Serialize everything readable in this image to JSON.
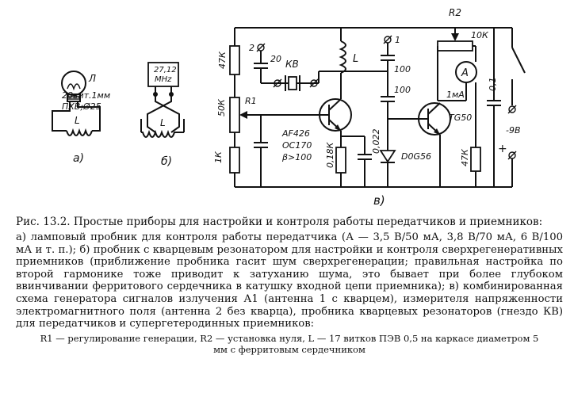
{
  "diagram": {
    "a": {
      "lamp_ref": "Л",
      "coil_spec_1": "28вит.1мм",
      "coil_spec_2": "ПХВ;Ø25",
      "coil_ref": "L",
      "panel_label": "а)"
    },
    "b": {
      "crystal_line_1": "27,12",
      "crystal_line_2": "MHz",
      "coil_ref": "L",
      "panel_label": "б)"
    },
    "c": {
      "r_top": "47К",
      "r_pot": "50К",
      "r_bottom": "1К",
      "pot_ref": "R1",
      "ant_2": "2",
      "cap_20": "20",
      "kv_label": "КВ",
      "coil_l": "L",
      "ant_1": "1",
      "cap_100a": "100",
      "cap_100b": "100",
      "transistor_1_line1": "AF426",
      "transistor_1_line2": "OC170",
      "transistor_1_line3": "β>100",
      "r_018": "0,18К",
      "cap_0022": "0,022",
      "diode": "D0G56",
      "r2_ref": "R2",
      "r2_value": "10К",
      "meter_letter": "A",
      "meter_range": "1мА",
      "transistor_2": "TG50",
      "r_47k_right": "47К",
      "cap_01": "0,1",
      "supply_minus": "-9В",
      "supply_plus": "+",
      "panel_label": "в)"
    }
  },
  "caption": {
    "title_lead": "Рис. 13.2.",
    "title_text": "Простые приборы для настройки и контроля работы передатчиков и приемников:",
    "body": "а) ламповый пробник для контроля работы передатчика (А — 3,5 В/50 мА, 3,8 В/70 мА, 6 В/100 мА и т. п.); б) пробник с кварцевым резонатором для настройки и контроля сверхрегенеративных приемников (приближение пробника гасит шум сверхрегенерации; правильная настройка по второй гармонике тоже приводит к затуханию шума, это бывает при более глубоком ввинчивании ферритового сердечника в катушку входной цепи приемника); в) комбинированная схема генератора сигналов излучения А1 (антенна 1 с кварцем), измерителя напряженности электромагнитного поля (антенна 2 без кварца), пробника кварцевых резонаторов (гнездо КВ) для передатчиков и супергетеродинных приемников:",
    "note": "R1 — регулирование генерации, R2 — установка нуля, L — 17 витков ПЭВ 0,5 на каркасе диаметром 5 мм с ферритовым сердечником"
  }
}
